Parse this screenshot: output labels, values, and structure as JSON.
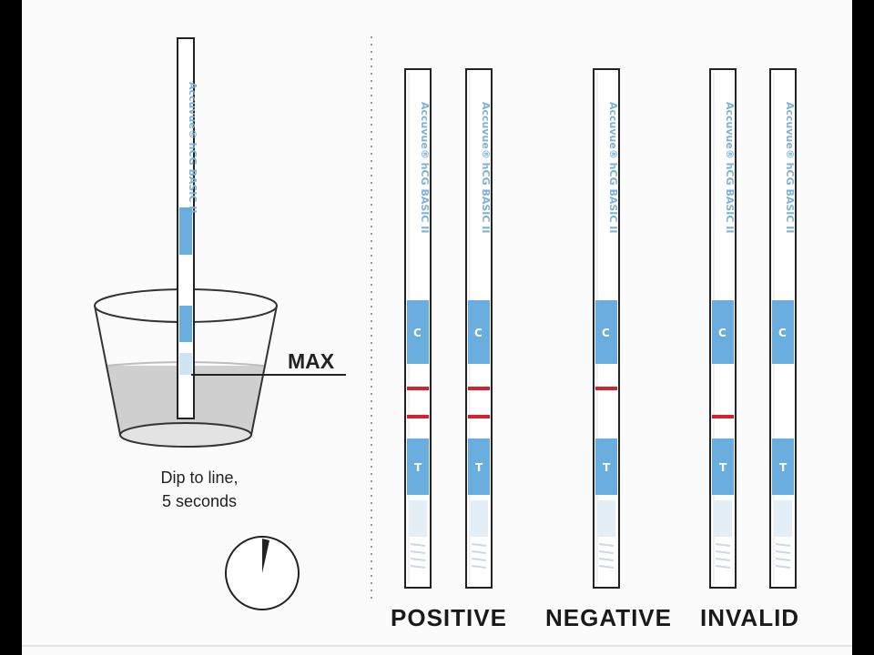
{
  "cup": {
    "max_label": "MAX",
    "instruction_line1": "Dip to line,",
    "instruction_line2": "5 seconds"
  },
  "strip": {
    "brand_text": "Accuvue® hCG BASIC II",
    "control_zone_letter": "C",
    "test_zone_letter": "T",
    "band_color": "#d6202e",
    "zone_color": "#6aaee0"
  },
  "results": {
    "positive": "POSITIVE",
    "negative": "NEGATIVE",
    "invalid": "INVALID"
  },
  "strips": [
    {
      "group": "positive",
      "control_band": true,
      "test_band": true
    },
    {
      "group": "positive",
      "control_band": true,
      "test_band": true
    },
    {
      "group": "negative",
      "control_band": true,
      "test_band": false
    },
    {
      "group": "invalid",
      "control_band": false,
      "test_band": true
    },
    {
      "group": "invalid",
      "control_band": false,
      "test_band": false
    }
  ]
}
